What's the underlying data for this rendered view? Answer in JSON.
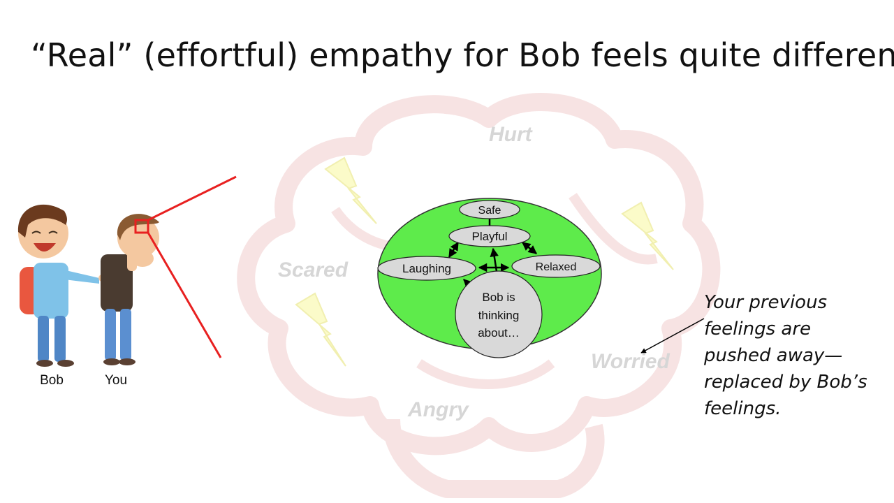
{
  "slide": {
    "title": "“Real” (effortful) empathy for Bob feels quite different"
  },
  "people": {
    "bob_label": "Bob",
    "you_label": "You"
  },
  "faded_feelings": [
    "Hurt",
    "Scared",
    "Worried",
    "Angry"
  ],
  "bob_mind": {
    "center": [
      "Bob is",
      "thinking",
      "about…"
    ],
    "safe": "Safe",
    "playful": "Playful",
    "laughing": "Laughing",
    "relaxed": "Relaxed"
  },
  "note_lines": [
    "Your previous",
    "feelings are",
    "pushed away—",
    "replaced by Bob’s",
    "feelings."
  ],
  "colors": {
    "mind_fill": "#5EEB4B",
    "node_fill": "#D9D9D9",
    "zoom_line": "#E82020",
    "cloud_tint": "#F7E3E3",
    "bolt_fill": "#FBFBC9",
    "faded_text": "#D6D6D6"
  }
}
